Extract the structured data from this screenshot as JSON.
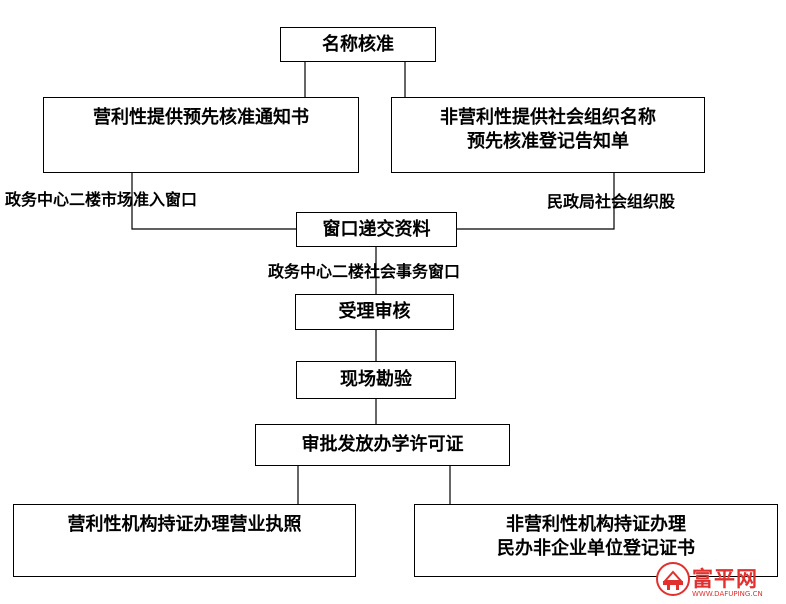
{
  "nodes": {
    "name_approval": "名称核准",
    "for_profit_notice": "营利性提供预先核准通知书",
    "nonprofit_notice_line1": "非营利性提供社会组织名称",
    "nonprofit_notice_line2": "预先核准登记告知单",
    "submit_materials": "窗口递交资料",
    "acceptance_review": "受理审核",
    "site_inspection": "现场勘验",
    "issue_license": "审批发放办学许可证",
    "for_profit_business_license": "营利性机构持证办理营业执照",
    "nonprofit_registration_line1": "非营利性机构持证办理",
    "nonprofit_registration_line2": "民办非企业单位登记证书"
  },
  "edge_labels": {
    "left_window": "政务中心二楼市场准入窗口",
    "right_window": "民政局社会组织股",
    "social_affairs_window": "政务中心二楼社会事务窗口"
  },
  "watermark": {
    "brand": "富平网",
    "url": "WWW.DAFUPING.CN"
  },
  "colors": {
    "line": "#000000",
    "watermark": "#e0312f"
  }
}
